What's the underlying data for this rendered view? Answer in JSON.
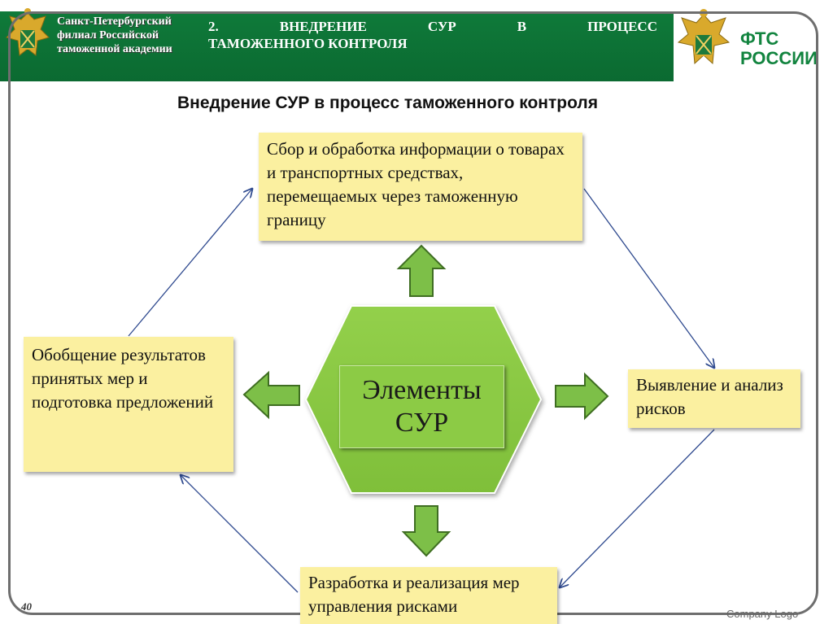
{
  "header": {
    "academy_name": "Санкт-Петербургский филиал Российской таможенной академии",
    "title_words": [
      "2.",
      "ВНЕДРЕНИЕ",
      "СУР",
      "В",
      "ПРОЦЕСС"
    ],
    "title_line2": "ТАМОЖЕННОГО КОНТРОЛЯ",
    "logo_line1": "ФТС",
    "logo_line2": "РОССИИ"
  },
  "heading": "Внедрение СУР в процесс таможенного контроля",
  "diagram": {
    "center": "Элементы СУР",
    "top": "Сбор и обработка информации о товарах и транспортных средствах, перемещаемых через таможенную границу",
    "right": "Выявление и анализ рисков",
    "bottom": "Разработка и реализация мер управления рисками",
    "left": "Обобщение результатов принятых мер и подготовка предложений"
  },
  "footer": {
    "page_number": "40",
    "company_logo": "Company Logo"
  },
  "colors": {
    "header_green": "#0f7a3a",
    "box_fill": "#fbf0a0",
    "hexagon_green": "#8ccb45",
    "arrow_green": "#7dbf48",
    "connector_blue": "#2f4a8f"
  }
}
